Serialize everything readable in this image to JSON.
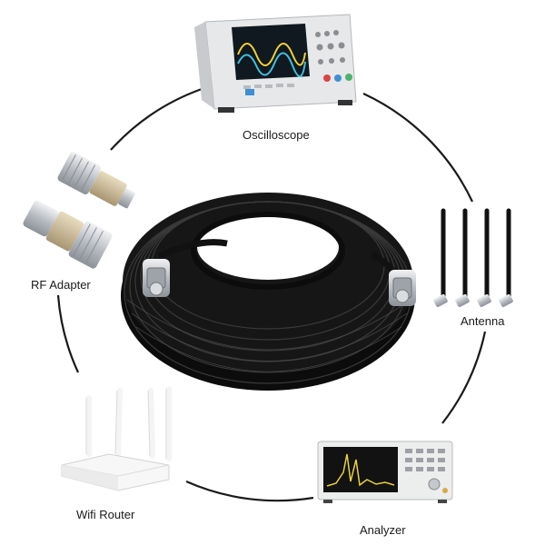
{
  "labels": {
    "oscilloscope": "Oscilloscope",
    "antenna": "Antenna",
    "analyzer": "Analyzer",
    "wifi_router": "Wifi Router",
    "rf_adapter": "RF Adapter"
  },
  "colors": {
    "background": "#ffffff",
    "cable": "#111111",
    "ring": "#1a1a1a",
    "connector_metal": "#c9ccd1",
    "screen": "#101820"
  },
  "icons": [
    "oscilloscope",
    "antenna",
    "spectrum-analyzer",
    "wifi-router",
    "rf-adapter",
    "coaxial-cable"
  ]
}
